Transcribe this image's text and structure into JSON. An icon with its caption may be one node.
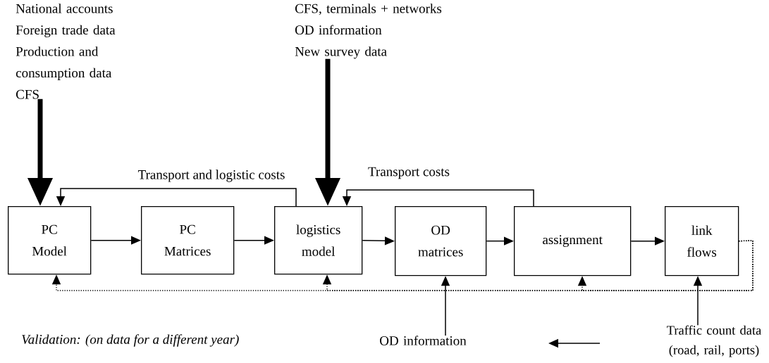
{
  "diagram": {
    "nodes": [
      {
        "text": [
          "PC Model"
        ]
      },
      {
        "text": [
          "PC Matrices"
        ]
      },
      {
        "text": [
          "logistics model"
        ]
      },
      {
        "text": [
          "OD matrices"
        ]
      },
      {
        "text": [
          "assignment"
        ]
      },
      {
        "text": [
          "link flows"
        ]
      },
      {
        "text": [
          "National accounts",
          "Foreign trade data",
          "Production and consumption data",
          "CFS"
        ]
      },
      {
        "text": [
          "CFS, terminals + networks",
          "OD information",
          "New survey data"
        ]
      },
      {
        "text": [
          "OD information"
        ]
      },
      {
        "text": [
          "Traffic count data (road, rail, ports)"
        ]
      }
    ],
    "edges": [
      {
        "from": 6,
        "to": 0,
        "arrow": "to",
        "style": "thick"
      },
      {
        "from": 7,
        "to": 2,
        "arrow": "to",
        "style": "thick"
      },
      {
        "from": 0,
        "to": 1,
        "arrow": "to"
      },
      {
        "from": 1,
        "to": 2,
        "arrow": "to"
      },
      {
        "from": 2,
        "to": 3,
        "arrow": "to"
      },
      {
        "from": 3,
        "to": 4,
        "arrow": "to"
      },
      {
        "from": 4,
        "to": 5,
        "arrow": "to"
      },
      {
        "from": 2,
        "to": 0,
        "arrow": "to",
        "label": "Transport and logistic costs"
      },
      {
        "from": 4,
        "to": 2,
        "arrow": "to",
        "label": "Transport costs"
      },
      {
        "from": 8,
        "to": 3,
        "arrow": "to"
      },
      {
        "from": 9,
        "to": 5,
        "arrow": "to"
      },
      {
        "from": 5,
        "to": 0,
        "arrow": "to",
        "style": "dashed"
      },
      {
        "from": 5,
        "to": 2,
        "arrow": "to",
        "style": "dashed"
      },
      {
        "from": 5,
        "to": 4,
        "arrow": "to",
        "style": "dashed"
      }
    ],
    "labels": [
      "Validation: (on data for a different year)"
    ]
  }
}
